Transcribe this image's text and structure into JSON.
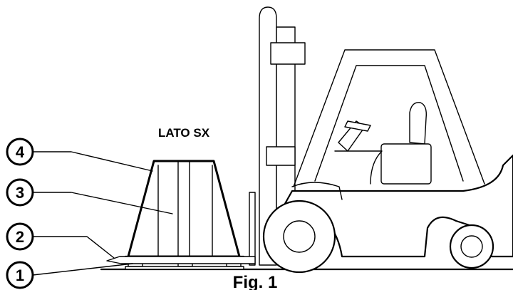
{
  "diagram": {
    "side_label": "LATO SX",
    "figure_caption": "Fig. 1",
    "callouts": [
      {
        "number": "4"
      },
      {
        "number": "3"
      },
      {
        "number": "2"
      },
      {
        "number": "1"
      }
    ]
  }
}
